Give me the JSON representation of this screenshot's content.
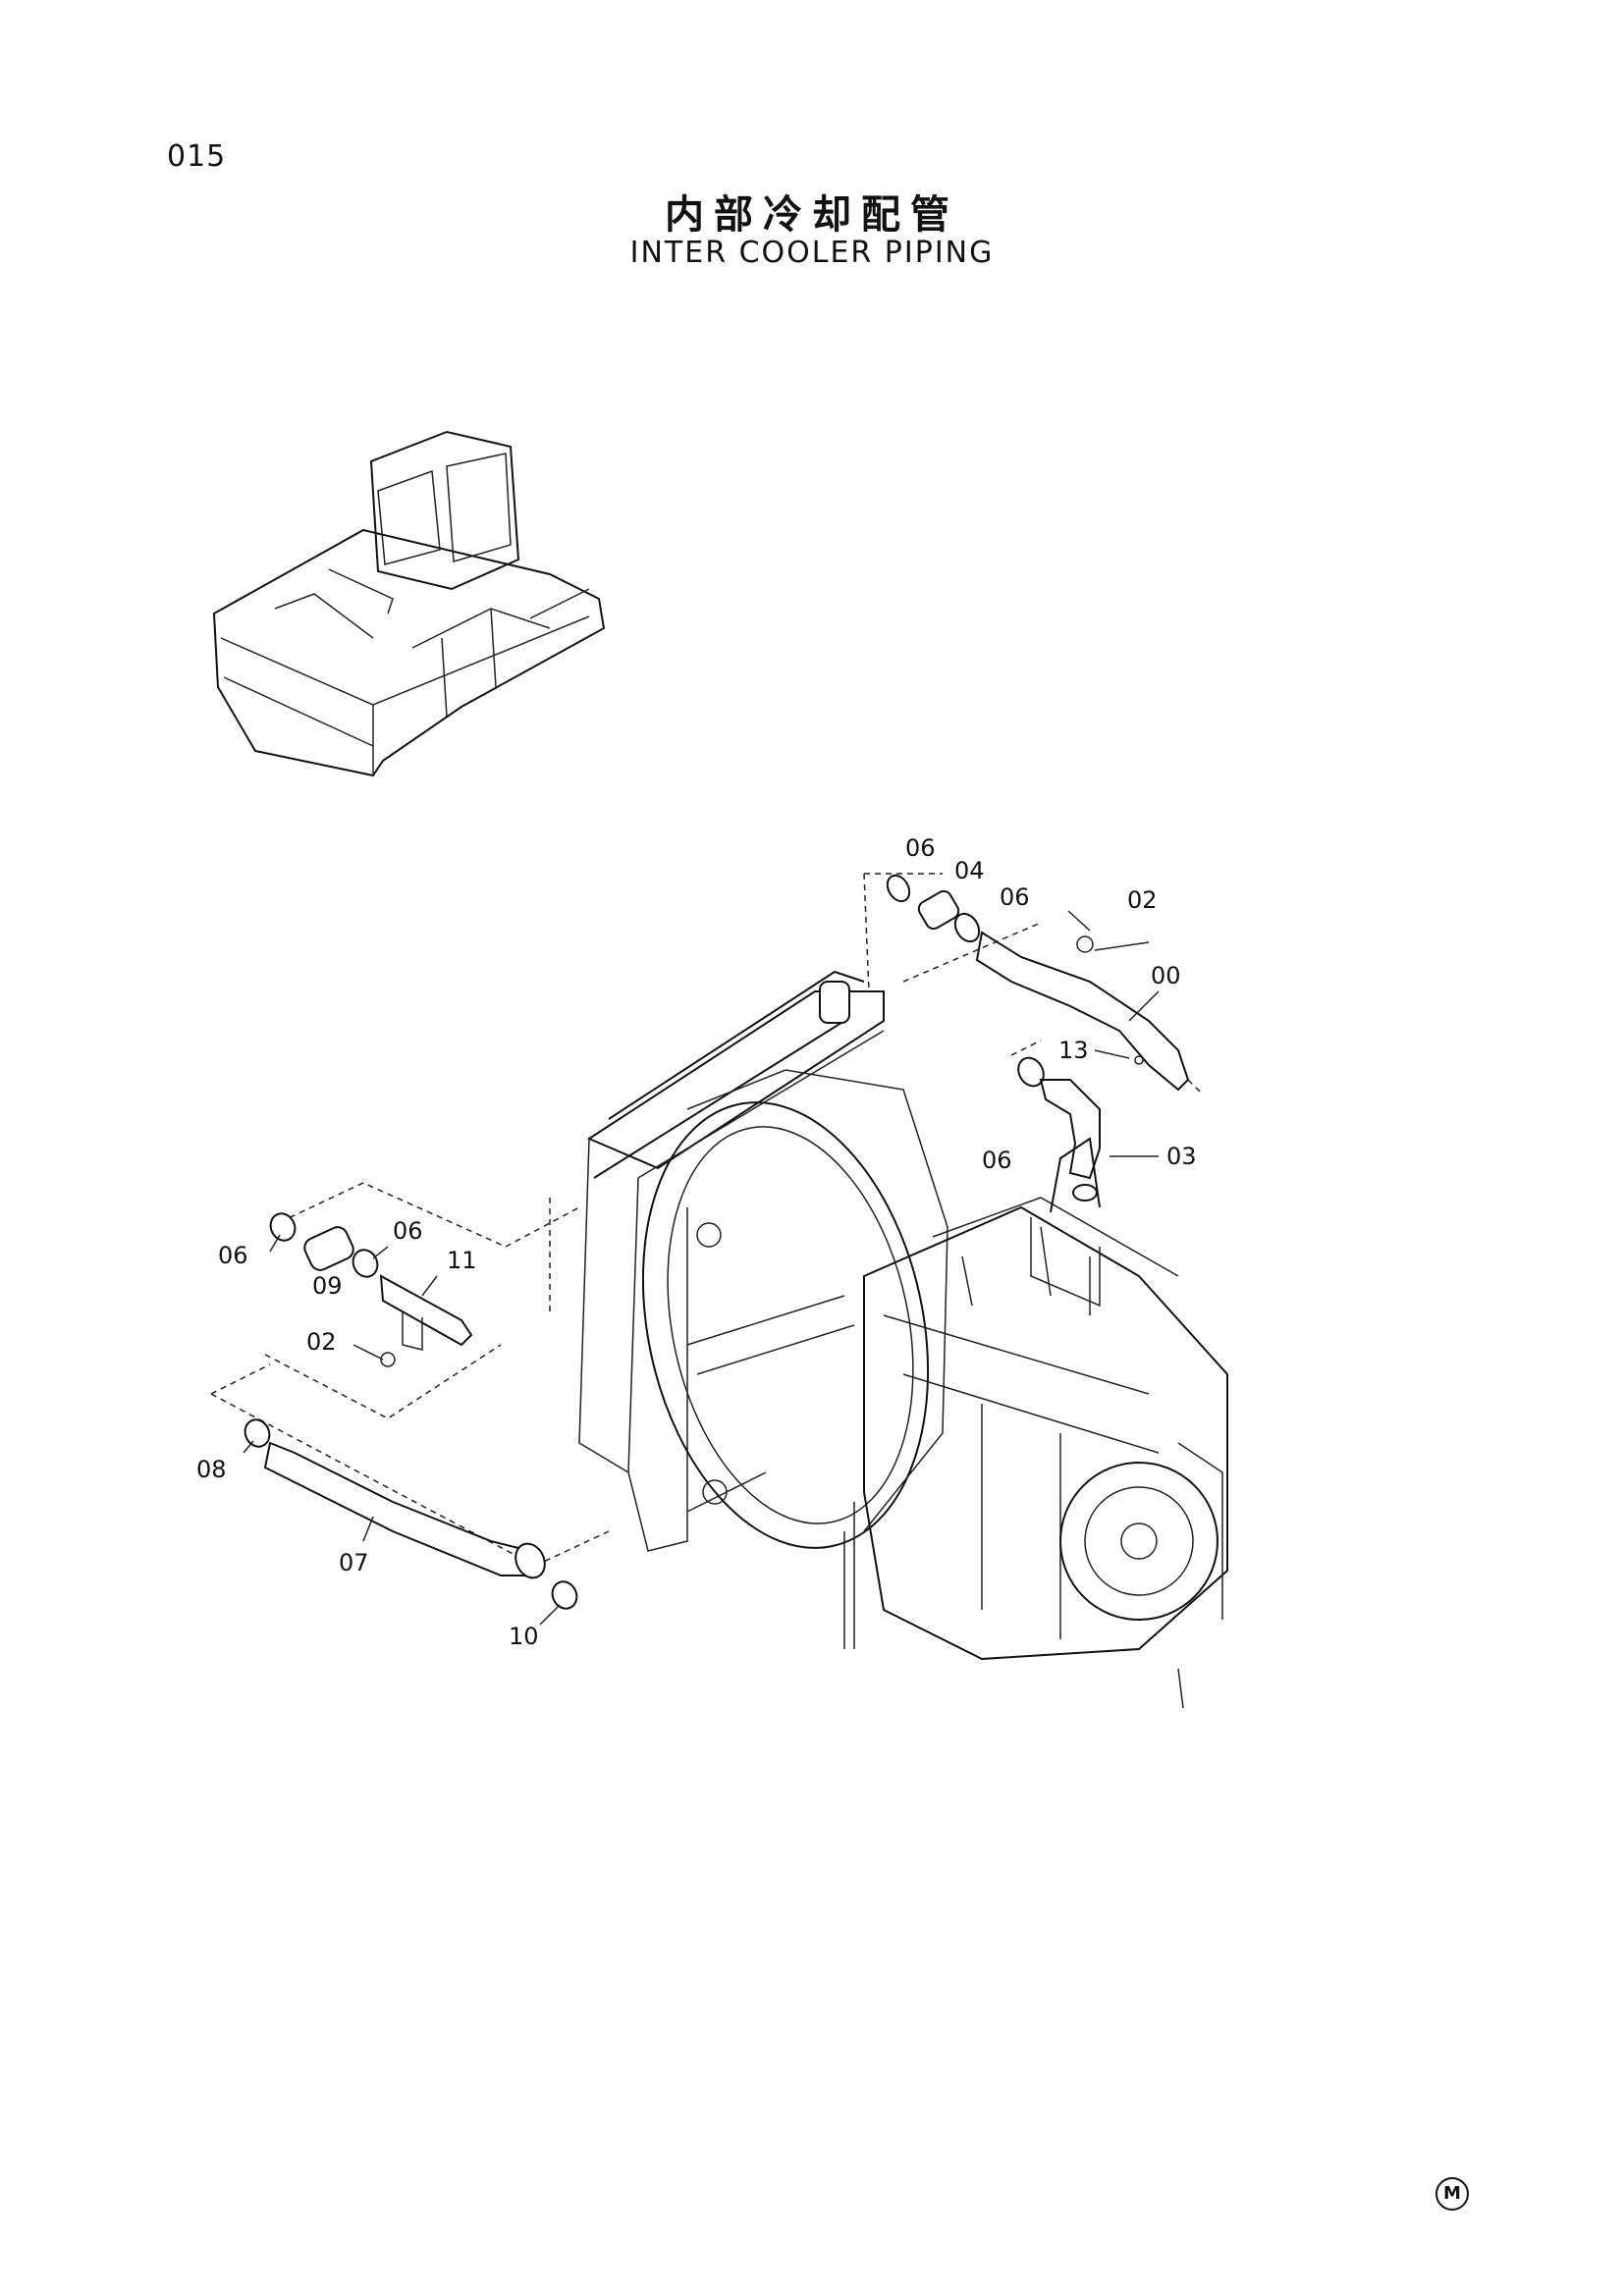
{
  "page": {
    "number": "015",
    "title_cn": "内部冷却配管",
    "title_en": "INTER COOLER PIPING",
    "mark": "M"
  },
  "callouts": {
    "c06a": "06",
    "c04": "04",
    "c06b": "06",
    "c02a": "02",
    "c00": "00",
    "c13": "13",
    "c06c": "06",
    "c03": "03",
    "c06d": "06",
    "c06e": "06",
    "c09": "09",
    "c11": "11",
    "c02b": "02",
    "c08": "08",
    "c07": "07",
    "c10": "10"
  }
}
